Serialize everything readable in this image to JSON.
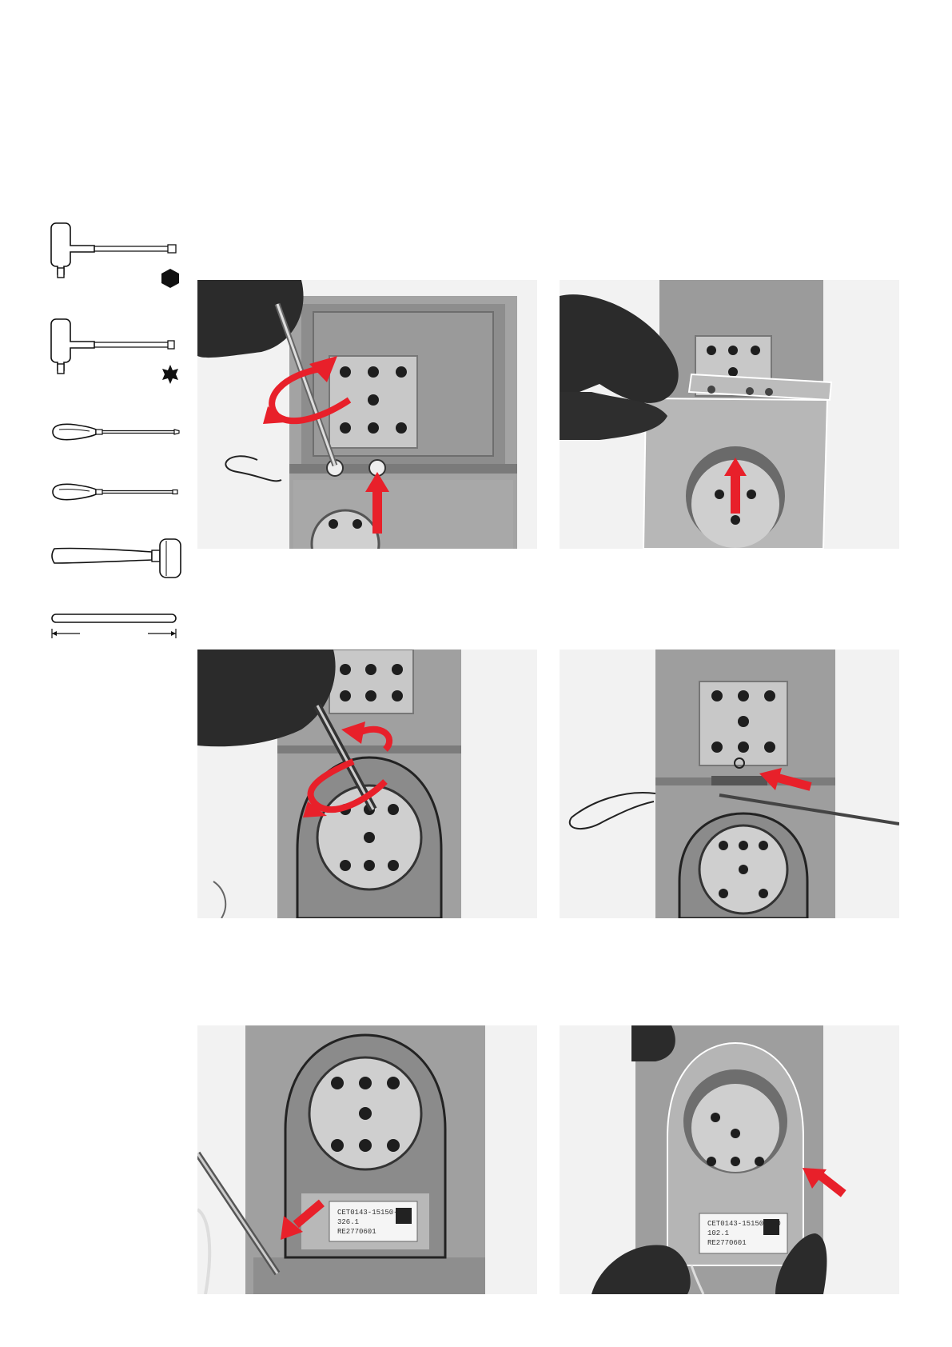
{
  "tools": [
    {
      "name": "Hex T-handle key",
      "icon": "hex-t-key-icon",
      "bit": "hexagon-icon"
    },
    {
      "name": "Torx T-handle key",
      "icon": "torx-t-key-icon",
      "bit": "star-icon"
    },
    {
      "name": "Flat screwdriver",
      "icon": "flat-screwdriver-icon"
    },
    {
      "name": "Torx screwdriver",
      "icon": "torx-screwdriver-icon"
    },
    {
      "name": "Mallet",
      "icon": "mallet-icon"
    },
    {
      "name": "Rod",
      "icon": "rod-icon"
    }
  ],
  "steps": [
    {
      "id": 1,
      "action": "unscrew",
      "arrows": [
        "rotate-arrow-icon",
        "up-arrow-icon"
      ]
    },
    {
      "id": 2,
      "action": "lift-cover",
      "arrows": [
        "up-arrow-icon"
      ]
    },
    {
      "id": 3,
      "action": "unscrew",
      "arrows": [
        "rotate-arrow-icon"
      ]
    },
    {
      "id": 4,
      "action": "push-lever",
      "arrows": [
        "left-arrow-icon"
      ]
    },
    {
      "id": 5,
      "action": "lever-out",
      "arrows": [
        "down-left-arrow-icon"
      ]
    },
    {
      "id": 6,
      "action": "remove-part",
      "arrows": [
        "up-left-arrow-icon"
      ]
    }
  ],
  "labels": {
    "line1": "CET0143-15150-040",
    "line2": "326.1",
    "line3": "102.1",
    "line4": "RE2770601"
  },
  "colors": {
    "arrow": "#e8202a",
    "glove": "#2b2b2b",
    "housing": "#9b9b9b"
  }
}
